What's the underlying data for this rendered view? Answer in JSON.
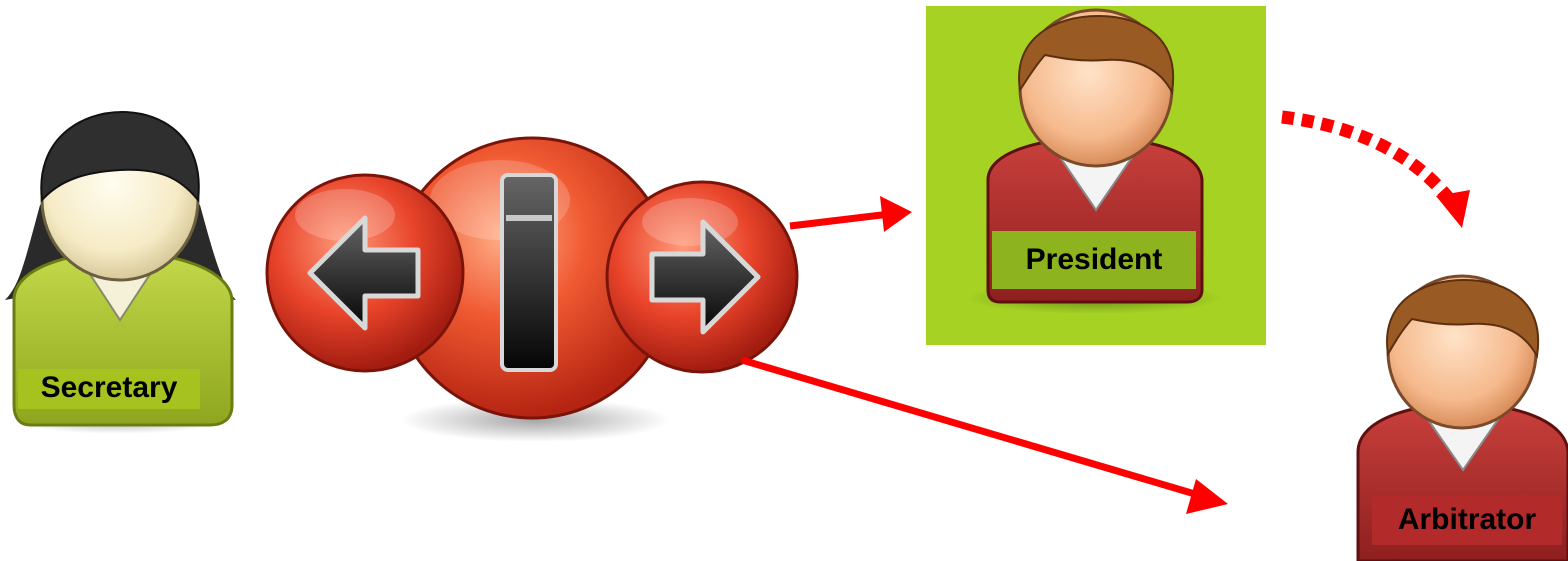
{
  "diagram": {
    "nodes": {
      "secretary": {
        "label": "Secretary",
        "role": "sender"
      },
      "president": {
        "label": "President",
        "role": "primary-recipient",
        "highlighted": true
      },
      "arbitrator": {
        "label": "Arbitrator",
        "role": "secondary-recipient"
      }
    },
    "hub": {
      "icon": "info-exchange-icon",
      "left_icon": "arrow-left-icon",
      "right_icon": "arrow-right-icon"
    },
    "edges": [
      {
        "from": "hub",
        "to": "president",
        "style": "solid"
      },
      {
        "from": "hub",
        "to": "arbitrator",
        "style": "solid"
      },
      {
        "from": "president",
        "to": "arbitrator",
        "style": "dotted"
      }
    ],
    "colors": {
      "arrow": "#ff0000",
      "highlight_bg": "#a6d323",
      "secretary_shirt": "#a8c02a",
      "male_shirt": "#b82a2a",
      "hub_red": "#e8442a"
    }
  }
}
